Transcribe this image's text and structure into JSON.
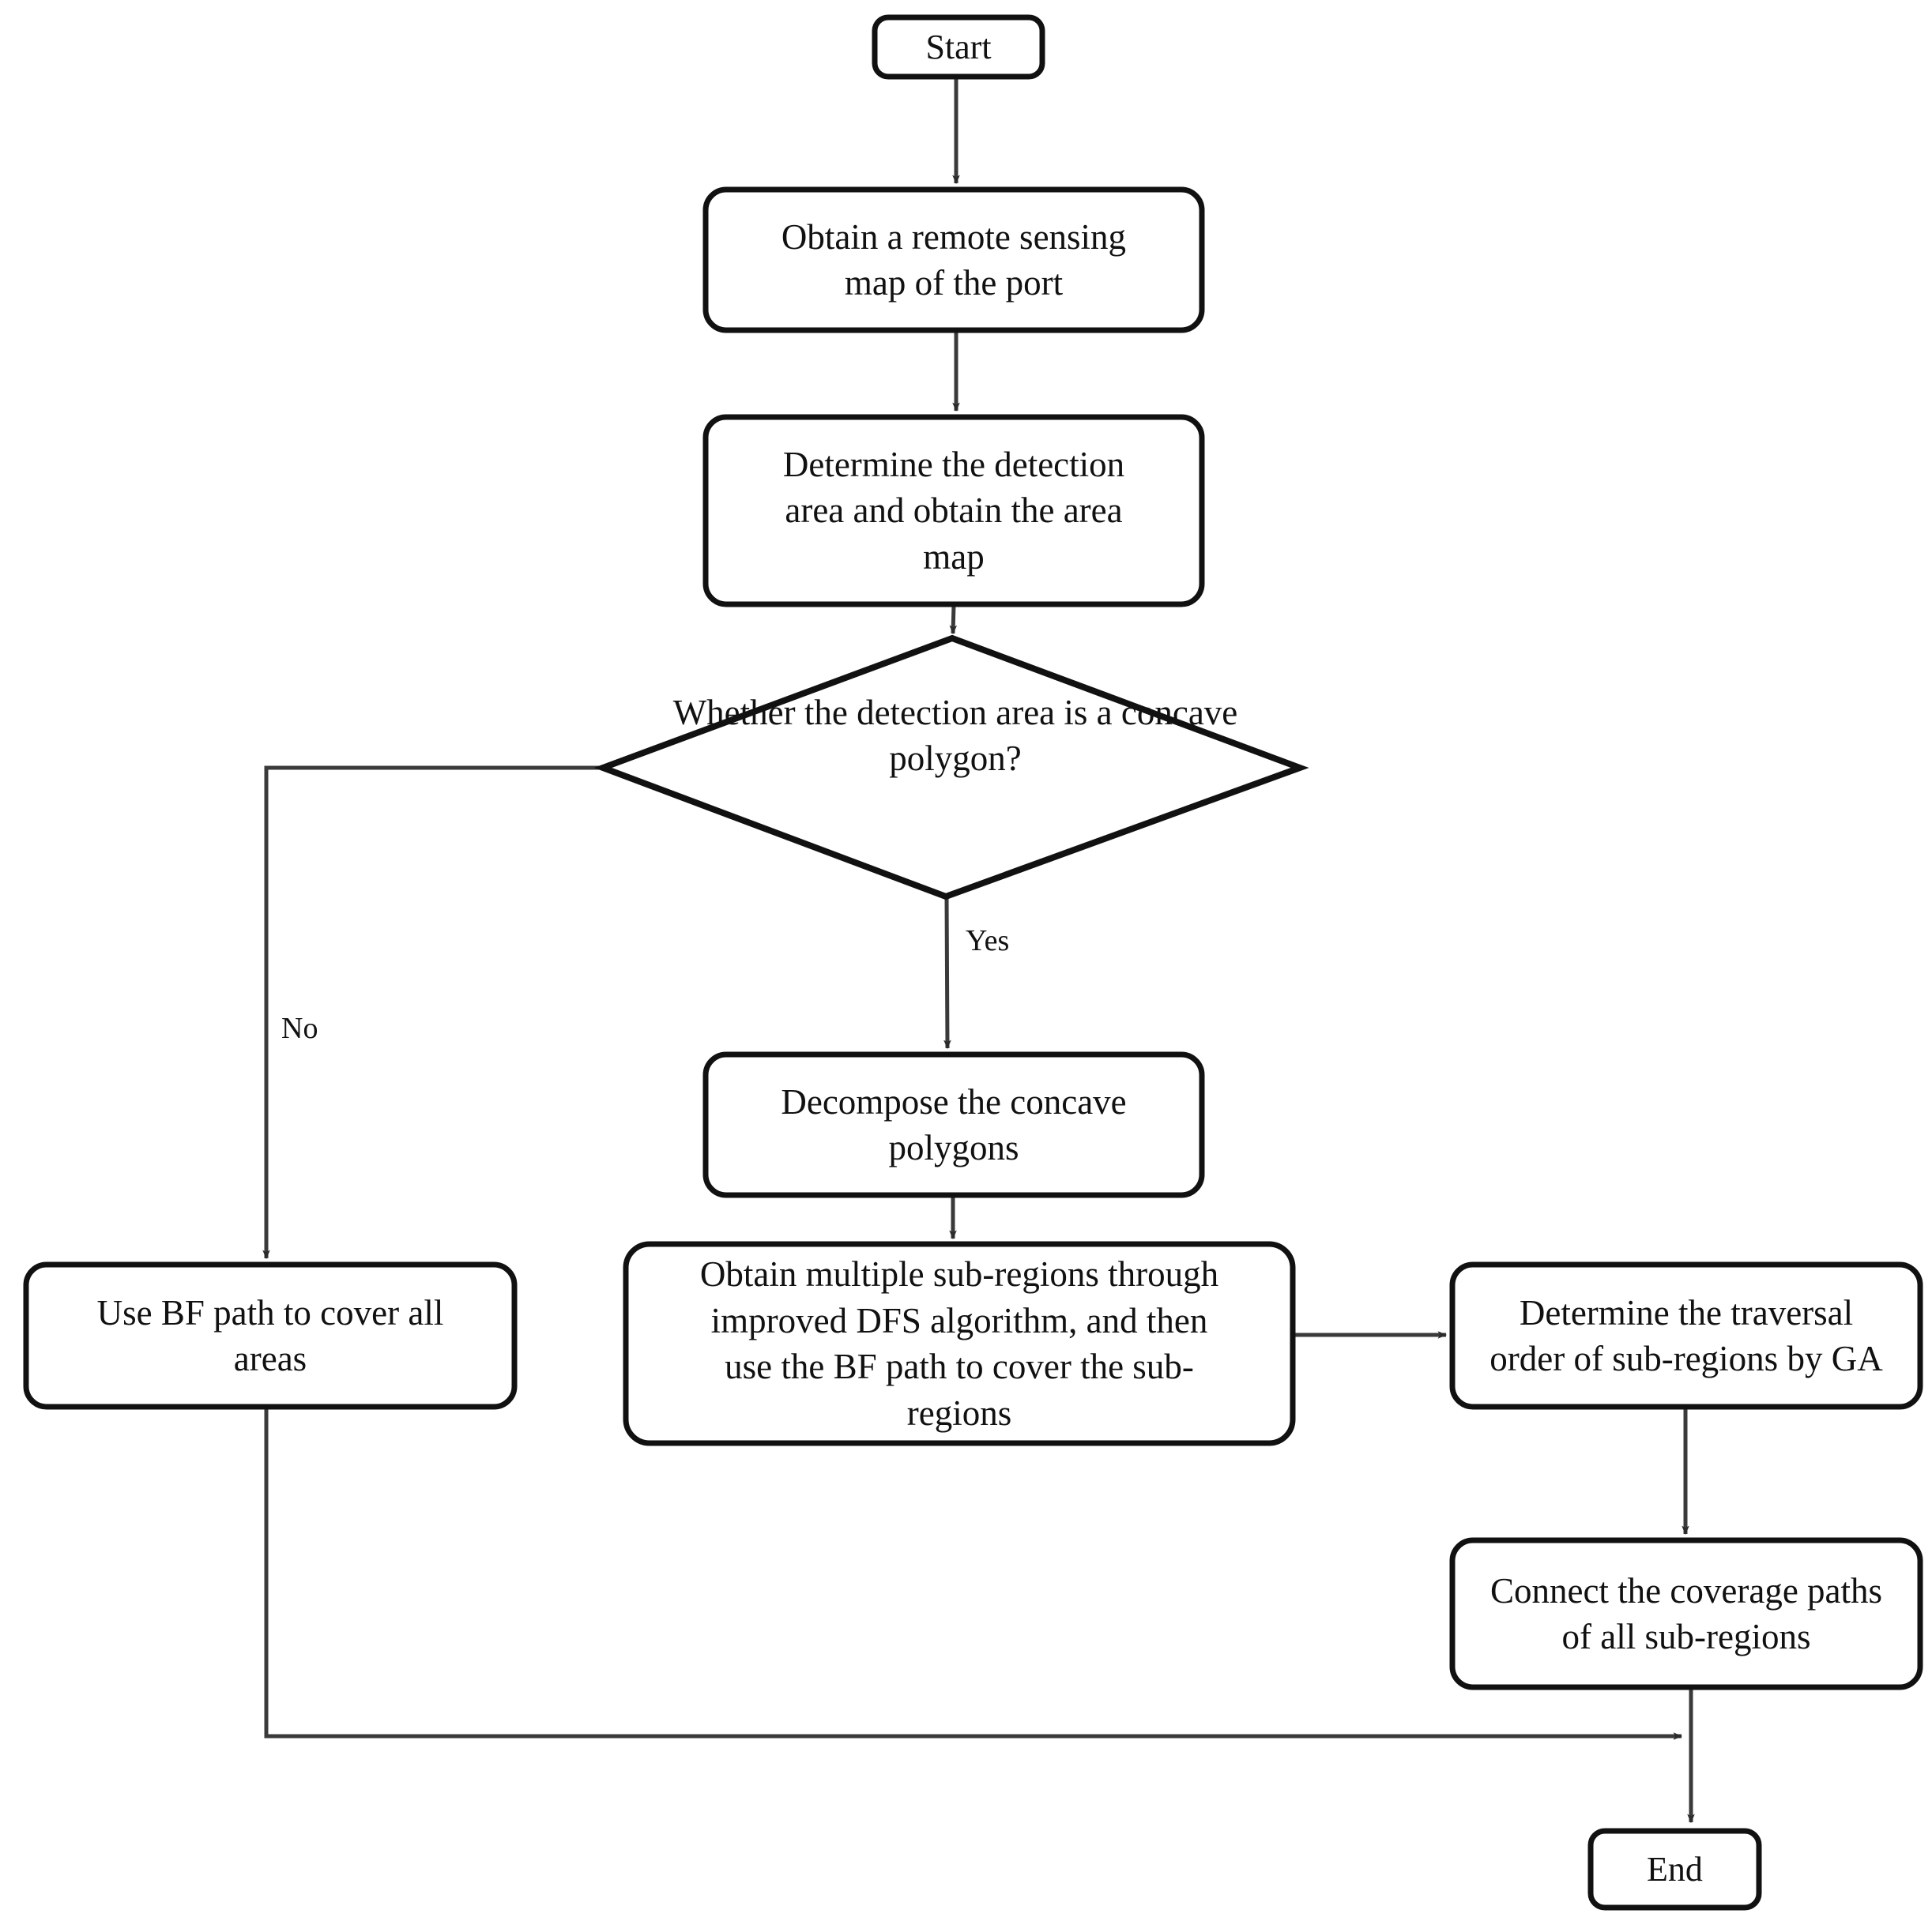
{
  "diagram": {
    "type": "flowchart",
    "title": "Coverage path planning flowchart",
    "orientation": "top-to-bottom",
    "stroke_color": "#111111",
    "fill_color": "#ffffff",
    "line_color": "#3a3a3a"
  },
  "nodes": {
    "start": {
      "label": "Start",
      "shape": "rounded-terminator"
    },
    "obtain_map": {
      "label": "Obtain a remote sensing\nmap of the port",
      "shape": "rounded-process"
    },
    "determine_area": {
      "label": "Determine the detection\narea and obtain the area\nmap",
      "shape": "rounded-process"
    },
    "decision": {
      "label": "Whether the detection area is a concave\npolygon?",
      "shape": "diamond"
    },
    "decompose": {
      "label": "Decompose the concave\npolygons",
      "shape": "rounded-process"
    },
    "dfs": {
      "label": "Obtain multiple sub-regions through\nimproved DFS algorithm, and then\nuse the BF path to cover the sub-\nregions",
      "shape": "rounded-process"
    },
    "bf_all": {
      "label": "Use BF path to cover all\nareas",
      "shape": "rounded-process"
    },
    "traversal_order": {
      "label": "Determine the traversal\norder of sub-regions by GA",
      "shape": "rounded-process"
    },
    "connect_paths": {
      "label": "Connect the coverage paths\nof all sub-regions",
      "shape": "rounded-process"
    },
    "end": {
      "label": "End",
      "shape": "rounded-terminator"
    }
  },
  "edges": [
    {
      "from": "start",
      "to": "obtain_map",
      "label": ""
    },
    {
      "from": "obtain_map",
      "to": "determine_area",
      "label": ""
    },
    {
      "from": "determine_area",
      "to": "decision",
      "label": ""
    },
    {
      "from": "decision",
      "to": "decompose",
      "label": "Yes"
    },
    {
      "from": "decision",
      "to": "bf_all",
      "label": "No"
    },
    {
      "from": "decompose",
      "to": "dfs",
      "label": ""
    },
    {
      "from": "dfs",
      "to": "traversal_order",
      "label": ""
    },
    {
      "from": "traversal_order",
      "to": "connect_paths",
      "label": ""
    },
    {
      "from": "connect_paths",
      "to": "end",
      "label": ""
    },
    {
      "from": "bf_all",
      "to": "end",
      "label": ""
    }
  ],
  "edge_labels": {
    "yes": "Yes",
    "no": "No"
  }
}
